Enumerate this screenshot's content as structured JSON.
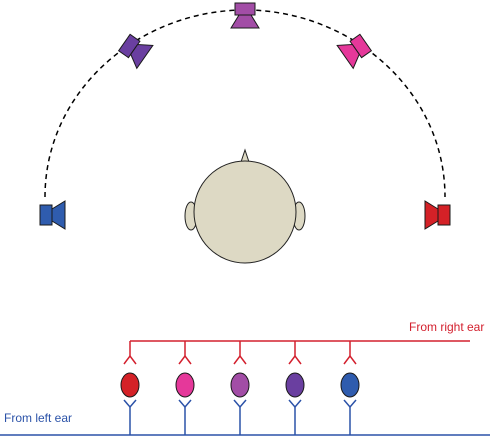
{
  "labels": {
    "from_right_ear": "From right ear",
    "from_left_ear": "From left ear"
  },
  "colors": {
    "right_ear_line": "#d3202e",
    "left_ear_line": "#2b52a8",
    "head_fill": "#ddd9c4",
    "arc_stroke": "#000000"
  },
  "speakers": [
    {
      "name": "left",
      "color": "#2f5cae"
    },
    {
      "name": "front-left",
      "color": "#6a3fa0"
    },
    {
      "name": "front-center",
      "color": "#a24da6"
    },
    {
      "name": "front-right",
      "color": "#e5389a"
    },
    {
      "name": "right",
      "color": "#d42127"
    }
  ],
  "neurons": [
    {
      "name": "red",
      "color": "#d42127"
    },
    {
      "name": "pink",
      "color": "#e5389a"
    },
    {
      "name": "purple",
      "color": "#a24da6"
    },
    {
      "name": "violet",
      "color": "#6a3fa0"
    },
    {
      "name": "blue",
      "color": "#2f5cae"
    }
  ]
}
